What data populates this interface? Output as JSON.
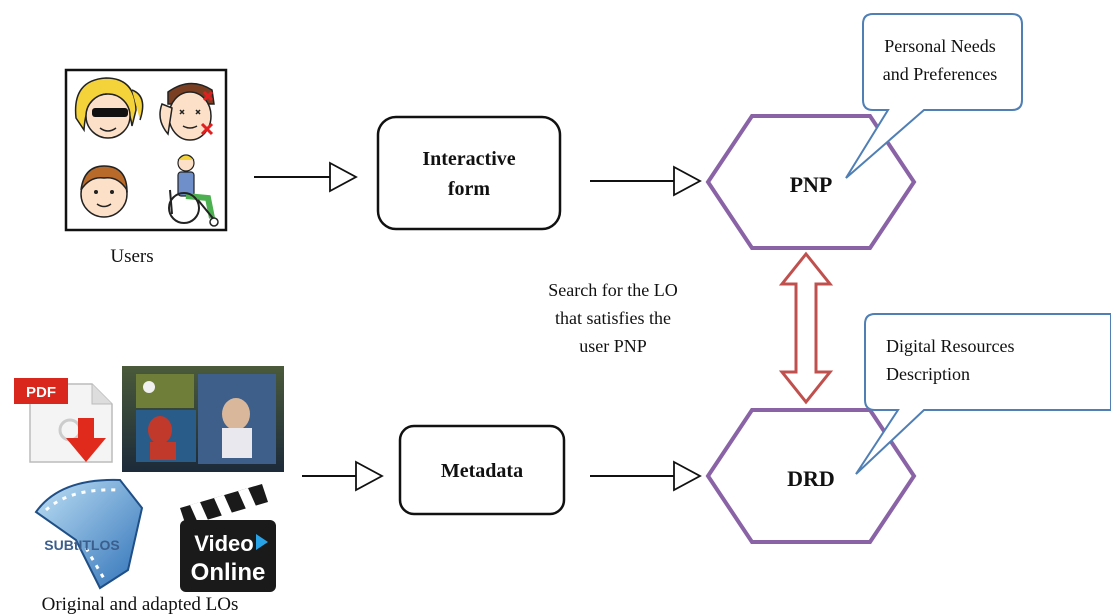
{
  "users_label": "Users",
  "los_label": "Original and adapted LOs",
  "form_box": {
    "line1": "Interactive",
    "line2": "form"
  },
  "metadata_box": "Metadata",
  "pnp_label": "PNP",
  "drd_label": "DRD",
  "search_text": {
    "line1": "Search for the LO",
    "line2": "that satisfies the",
    "line3": "user PNP"
  },
  "callout_pnp": {
    "line1": "Personal Needs",
    "line2": "and Preferences"
  },
  "callout_drd": {
    "line1": "Digital Resources",
    "line2": "Description"
  },
  "pdf_label": "PDF",
  "video_online": {
    "line1": "Video",
    "line2": "Online"
  },
  "subtitles_label": "SUBtITLOS",
  "colors": {
    "hexagon": "#8a63a6",
    "callout_border": "#4f7fb5",
    "double_arrow": "#c0504d",
    "pdf_red": "#d9271d",
    "clapper": "#1a1a1a"
  },
  "icons": [
    "blonde-sunglasses-user-icon",
    "deaf-user-icon",
    "child-user-icon",
    "wheelchair-user-icon",
    "pdf-download-icon",
    "video-screenshot-icon",
    "subtitles-film-icon",
    "video-online-clapper-icon"
  ]
}
